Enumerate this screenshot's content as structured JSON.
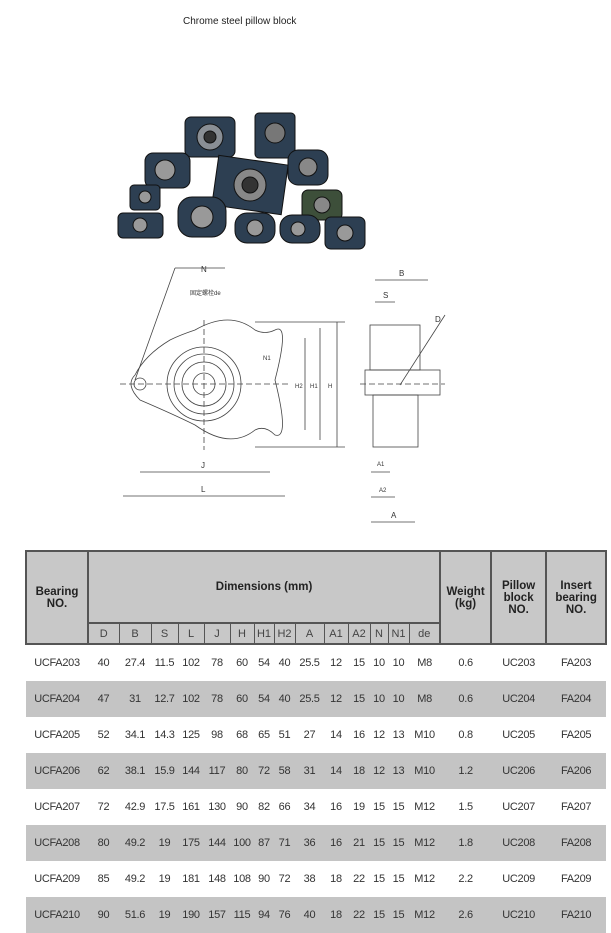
{
  "title": "Chrome steel pillow block",
  "drawing_labels": {
    "N": "N",
    "note": "固定螺栓de",
    "N1": "N1",
    "H2": "H2",
    "H1": "H1",
    "H": "H",
    "J": "J",
    "L": "L",
    "B": "B",
    "S": "S",
    "D": "D",
    "A1": "A1",
    "A2": "A2",
    "A": "A"
  },
  "table": {
    "headers": {
      "bearing": "Bearing NO.",
      "dimensions": "Dimensions (mm)",
      "weight": "Weight (kg)",
      "pillow": "Pillow block NO.",
      "insert": "Insert bearing NO."
    },
    "dim_columns": [
      "D",
      "B",
      "S",
      "L",
      "J",
      "H",
      "H1",
      "H2",
      "A",
      "A1",
      "A2",
      "N",
      "N1",
      "de"
    ],
    "rows": [
      [
        "UCFA203",
        "40",
        "27.4",
        "11.5",
        "102",
        "78",
        "60",
        "54",
        "40",
        "25.5",
        "12",
        "15",
        "10",
        "10",
        "M8",
        "0.6",
        "UC203",
        "FA203"
      ],
      [
        "UCFA204",
        "47",
        "31",
        "12.7",
        "102",
        "78",
        "60",
        "54",
        "40",
        "25.5",
        "12",
        "15",
        "10",
        "10",
        "M8",
        "0.6",
        "UC204",
        "FA204"
      ],
      [
        "UCFA205",
        "52",
        "34.1",
        "14.3",
        "125",
        "98",
        "68",
        "65",
        "51",
        "27",
        "14",
        "16",
        "12",
        "13",
        "M10",
        "0.8",
        "UC205",
        "FA205"
      ],
      [
        "UCFA206",
        "62",
        "38.1",
        "15.9",
        "144",
        "117",
        "80",
        "72",
        "58",
        "31",
        "14",
        "18",
        "12",
        "13",
        "M10",
        "1.2",
        "UC206",
        "FA206"
      ],
      [
        "UCFA207",
        "72",
        "42.9",
        "17.5",
        "161",
        "130",
        "90",
        "82",
        "66",
        "34",
        "16",
        "19",
        "15",
        "15",
        "M12",
        "1.5",
        "UC207",
        "FA207"
      ],
      [
        "UCFA208",
        "80",
        "49.2",
        "19",
        "175",
        "144",
        "100",
        "87",
        "71",
        "36",
        "16",
        "21",
        "15",
        "15",
        "M12",
        "1.8",
        "UC208",
        "FA208"
      ],
      [
        "UCFA209",
        "85",
        "49.2",
        "19",
        "181",
        "148",
        "108",
        "90",
        "72",
        "38",
        "18",
        "22",
        "15",
        "15",
        "M12",
        "2.2",
        "UC209",
        "FA209"
      ],
      [
        "UCFA210",
        "90",
        "51.6",
        "19",
        "190",
        "157",
        "115",
        "94",
        "76",
        "40",
        "18",
        "22",
        "15",
        "15",
        "M12",
        "2.6",
        "UC210",
        "FA210"
      ]
    ]
  }
}
